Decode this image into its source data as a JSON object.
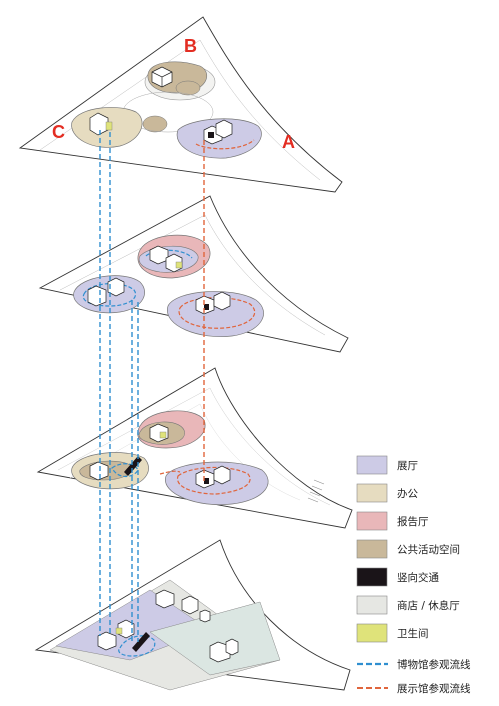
{
  "labels": {
    "a": "A",
    "b": "B",
    "c": "C"
  },
  "legend": [
    {
      "label": "展厅",
      "color": "#cdcbe6"
    },
    {
      "label": "办公",
      "color": "#e6dcc0"
    },
    {
      "label": "报告厅",
      "color": "#e9b7b9"
    },
    {
      "label": "公共活动空间",
      "color": "#c9b89a"
    },
    {
      "label": "竖向交通",
      "color": "#1a1418"
    },
    {
      "label": "商店 / 休息厅",
      "color": "#e6e7e3"
    },
    {
      "label": "卫生间",
      "color": "#dfe37a"
    },
    {
      "label": "博物馆参观流线",
      "color": "#2f8fd0",
      "line": "dashed"
    },
    {
      "label": "展示馆参观流线",
      "color": "#e0653c",
      "line": "dashed"
    }
  ],
  "colors": {
    "label_red": "#e32d22",
    "outline": "#333333"
  }
}
